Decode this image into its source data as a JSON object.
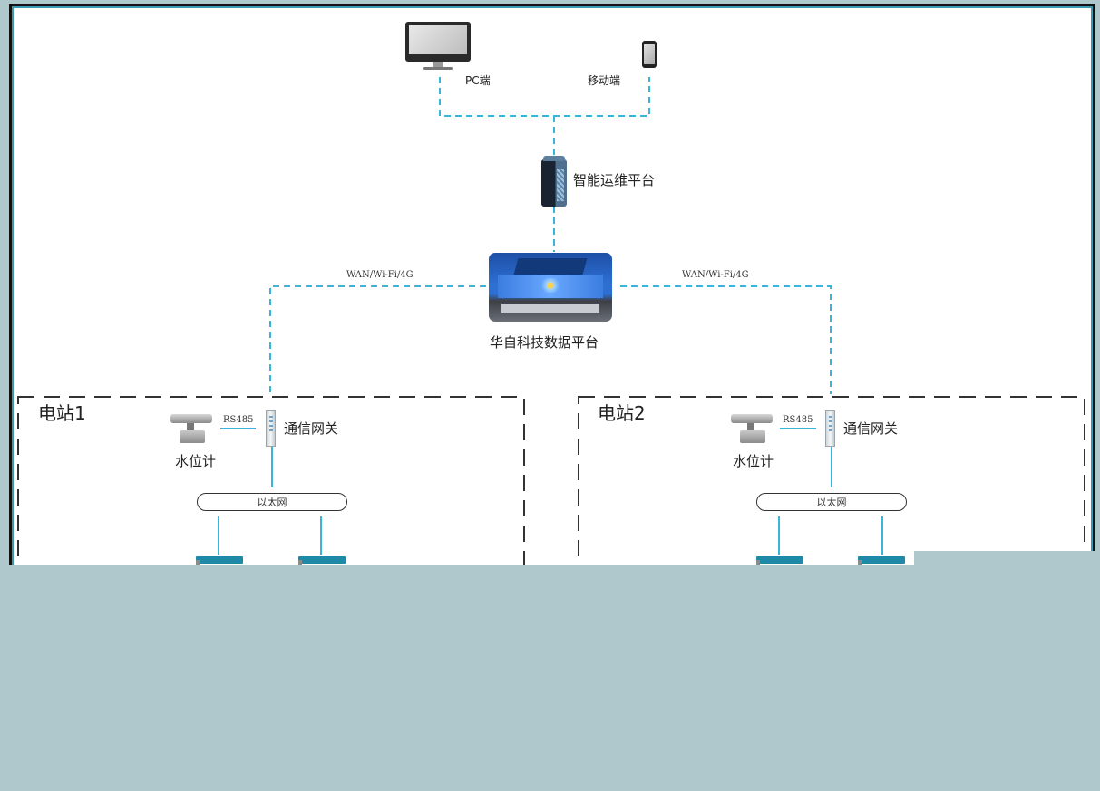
{
  "diagram": {
    "clients": {
      "pc": {
        "label": "PC端",
        "icon": "monitor-icon"
      },
      "mobile": {
        "label": "移动端",
        "icon": "phone-icon"
      }
    },
    "ops_platform": {
      "label": "智能运维平台",
      "icon": "server-icon"
    },
    "data_platform": {
      "label": "华自科技数据平台",
      "icon": "control-room-photo"
    },
    "links": {
      "left": "WAN/Wi-Fi/4G",
      "right": "WAN/Wi-Fi/4G"
    },
    "stations": [
      {
        "title": "电站1",
        "gauge_label": "水位计",
        "protocol": "RS485",
        "gateway_label": "通信网关",
        "network": "以太网"
      },
      {
        "title": "电站2",
        "gauge_label": "水位计",
        "protocol": "RS485",
        "gateway_label": "通信网关",
        "network": "以太网"
      }
    ]
  },
  "colors": {
    "link": "#3bb4dc",
    "border": "#111111",
    "overlay": "#aec8cc",
    "device": "#1e8aa8"
  }
}
